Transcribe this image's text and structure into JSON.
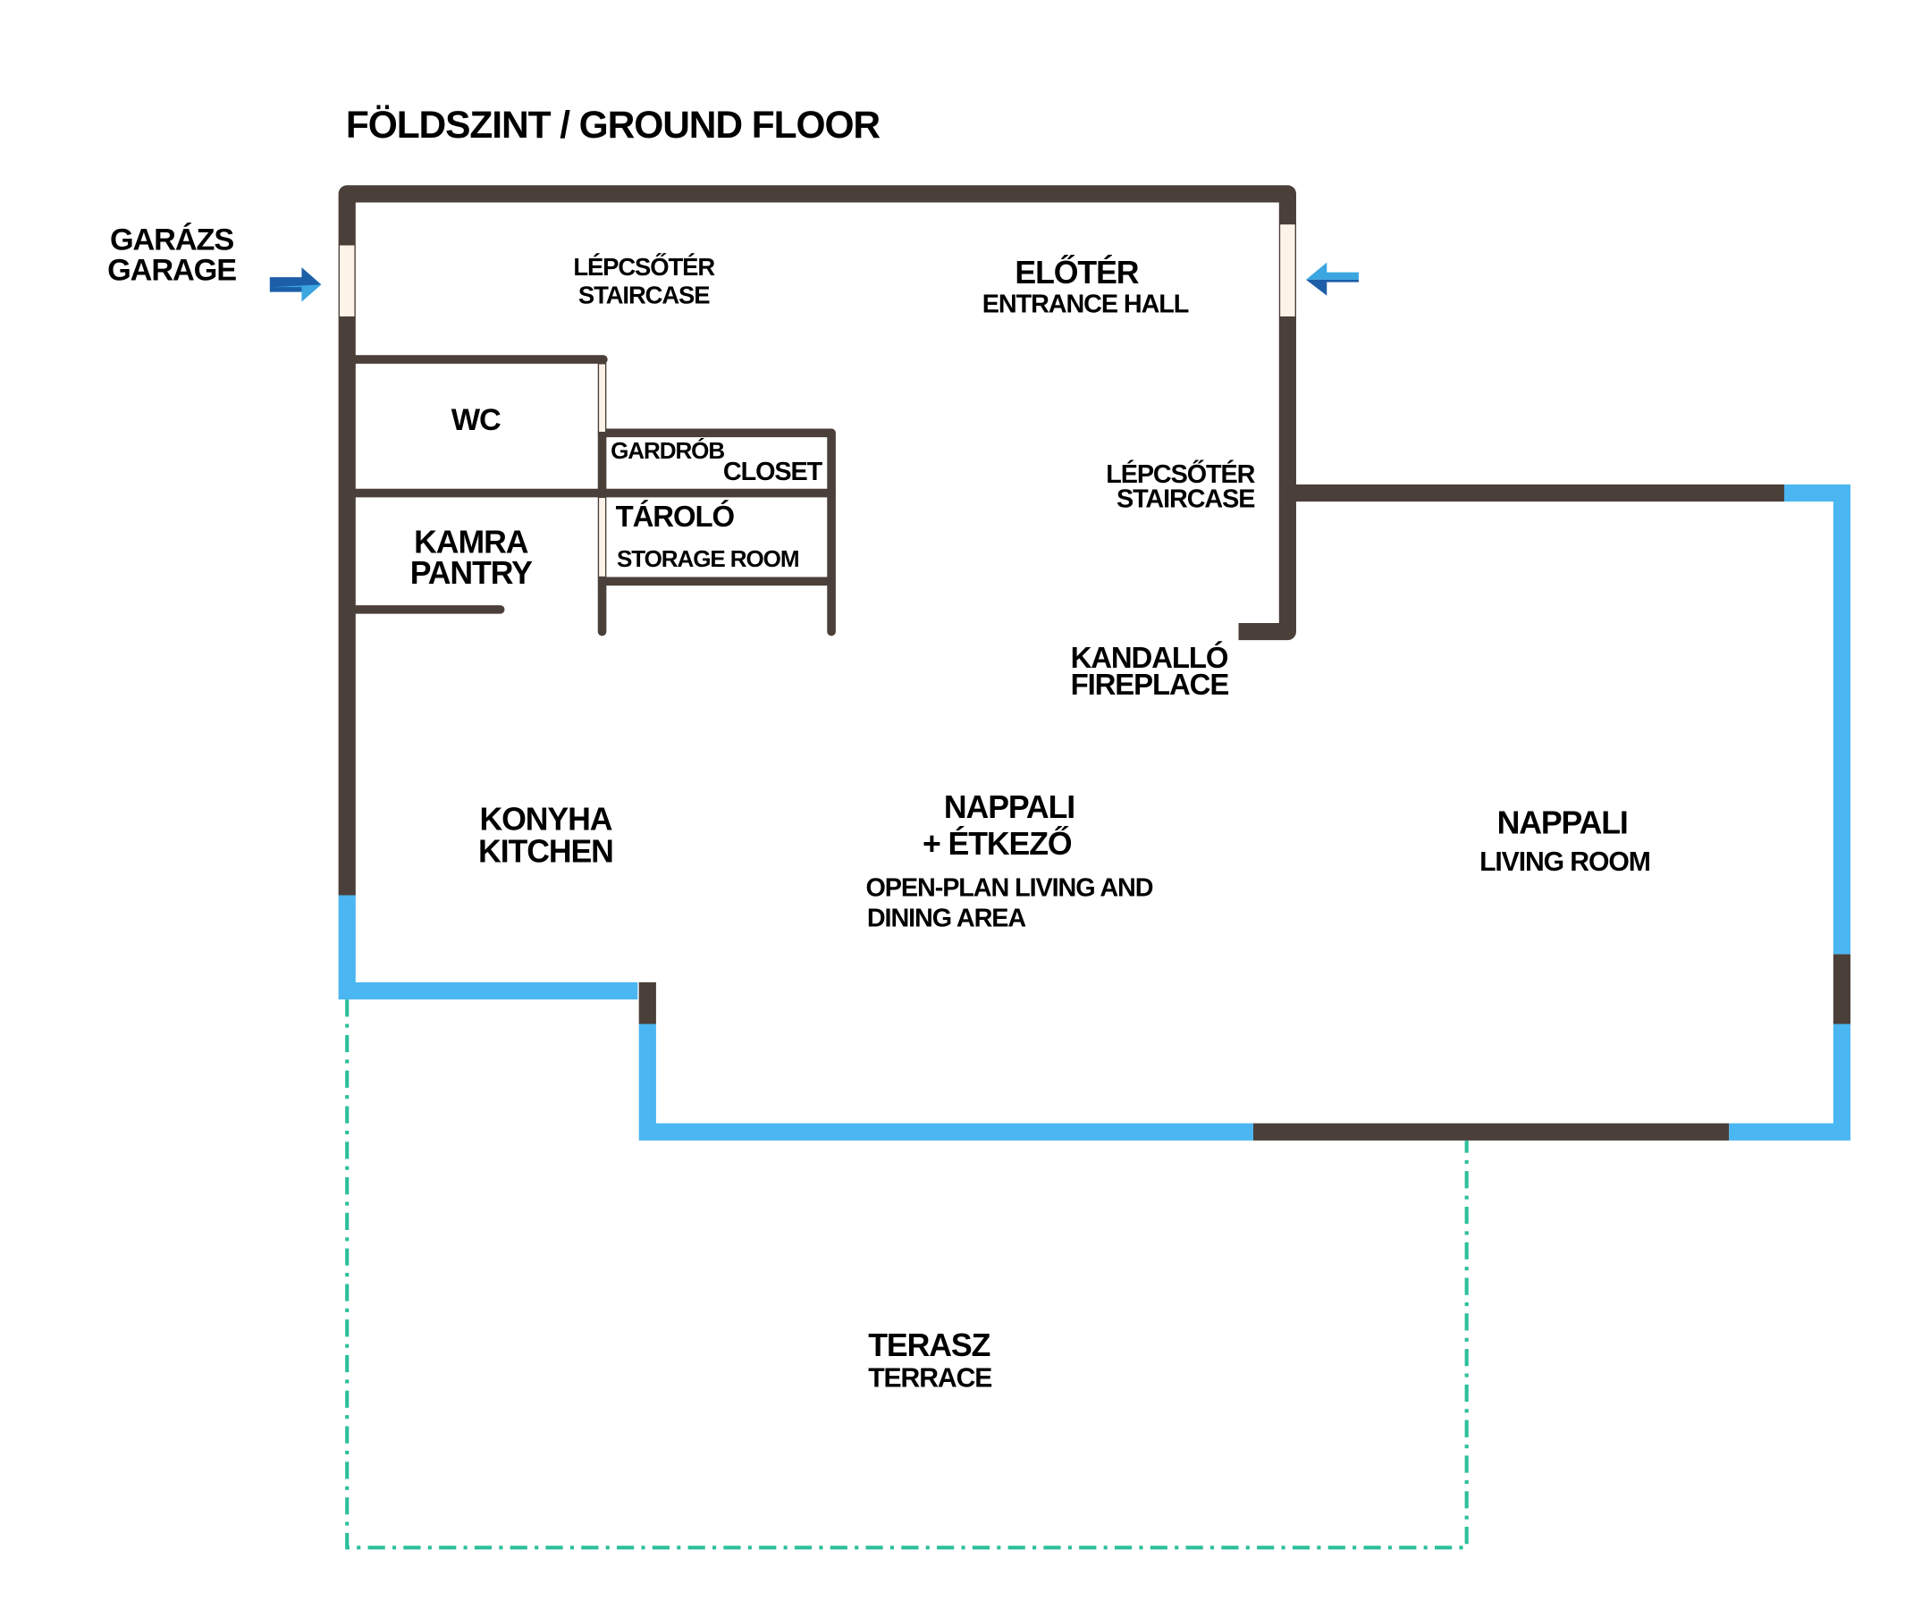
{
  "title": "FÖLDSZINT / GROUND FLOOR",
  "colors": {
    "wall": "#4b3f39",
    "window": "#4ab6f2",
    "door": "#fdf3e8",
    "terrace": "#2bbf9a",
    "arrow_dark": "#1c5fa8",
    "arrow_light": "#3ba6e0"
  },
  "rooms": {
    "garage": {
      "hu": "GARÁZS",
      "en": "GARAGE"
    },
    "staircase_top": {
      "hu": "LÉPCSŐTÉR",
      "en": "STAIRCASE"
    },
    "entrance": {
      "hu": "ELŐTÉR",
      "en": "ENTRANCE HALL"
    },
    "wc": {
      "label": "WC"
    },
    "closet": {
      "hu": "GARDRÓB",
      "en": "CLOSET"
    },
    "storage": {
      "hu": "TÁROLÓ",
      "en": "STORAGE ROOM"
    },
    "pantry": {
      "hu": "KAMRA",
      "en": "PANTRY"
    },
    "staircase_right": {
      "hu": "LÉPCSŐTÉR",
      "en": "STAIRCASE"
    },
    "fireplace": {
      "hu": "KANDALLÓ",
      "en": "FIREPLACE"
    },
    "kitchen": {
      "hu": "KONYHA",
      "en": "KITCHEN"
    },
    "open_plan": {
      "hu1": "NAPPALI",
      "hu2": "+ ÉTKEZŐ",
      "en1": "OPEN-PLAN LIVING AND",
      "en2": "DINING AREA"
    },
    "living": {
      "hu": "NAPPALI",
      "en": "LIVING ROOM"
    },
    "terrace": {
      "hu": "TERASZ",
      "en": "TERRACE"
    }
  },
  "icons": {
    "garage_entry": "arrow-right-icon",
    "main_entry": "arrow-left-icon"
  }
}
